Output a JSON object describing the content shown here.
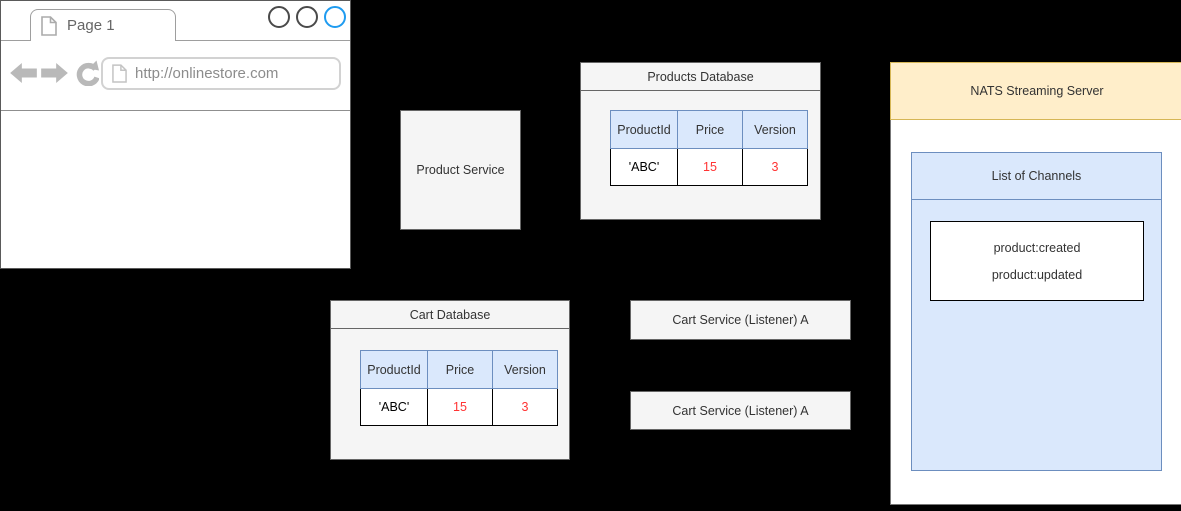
{
  "browser": {
    "tab_title": "Page 1",
    "address_bar": {
      "value": "http://onlinestore.com"
    },
    "icons": {
      "tab_page": "page-icon",
      "url_page": "page-icon",
      "back": "arrow-left-icon",
      "forward": "arrow-right-icon",
      "refresh": "refresh-icon",
      "window_controls": "circle-buttons"
    }
  },
  "diagram": {
    "product_service": {
      "label": "Product Service"
    },
    "products_database": {
      "title": "Products Database",
      "table": {
        "headers": [
          "ProductId",
          "Price",
          "Version"
        ],
        "rows": [
          [
            "'ABC'",
            "15",
            "3"
          ]
        ]
      }
    },
    "cart_database": {
      "title": "Cart Database",
      "table": {
        "headers": [
          "ProductId",
          "Price",
          "Version"
        ],
        "rows": [
          [
            "'ABC'",
            "15",
            "3"
          ]
        ]
      }
    },
    "cart_service_a1": {
      "label": "Cart Service (Listener) A"
    },
    "cart_service_a2": {
      "label": "Cart Service (Listener) A"
    },
    "nats_server": {
      "title": "NATS Streaming Server",
      "channels_panel": {
        "title": "List of Channels",
        "channels": [
          "product:created",
          "product:updated"
        ]
      }
    }
  },
  "colors": {
    "background": "#000000",
    "node-fill": "#f5f5f5",
    "node-stroke": "#666666",
    "table-header-fill": "#dae8fc",
    "table-header-stroke": "#6c8ebf",
    "value-red": "#ff3333",
    "nats-header-fill": "#ffeeca",
    "nats-header-stroke": "#d6b656",
    "panel-blue-fill": "#dae8fc",
    "panel-blue-stroke": "#6c8ebf",
    "accent-blue": "#1e9bf0"
  }
}
